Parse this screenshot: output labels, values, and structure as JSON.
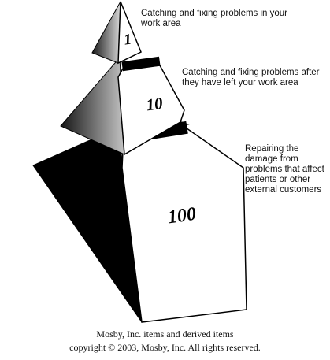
{
  "diagram": {
    "tiers": [
      {
        "id": "top",
        "value": "1",
        "caption": "Catching and fixing problems in your work area"
      },
      {
        "id": "middle",
        "value": "10",
        "caption": "Catching and fixing problems after they have left your work area"
      },
      {
        "id": "bottom",
        "value": "100",
        "caption": "Repairing the damage from problems that affect patients or other external customers"
      }
    ],
    "colors": {
      "shadow_face": "#000000",
      "lit_face": "#ffffff",
      "outline": "#000000"
    }
  },
  "credit": {
    "line1": "Mosby, Inc. items and derived items",
    "line2": "copyright © 2003, Mosby, Inc. All rights reserved."
  }
}
